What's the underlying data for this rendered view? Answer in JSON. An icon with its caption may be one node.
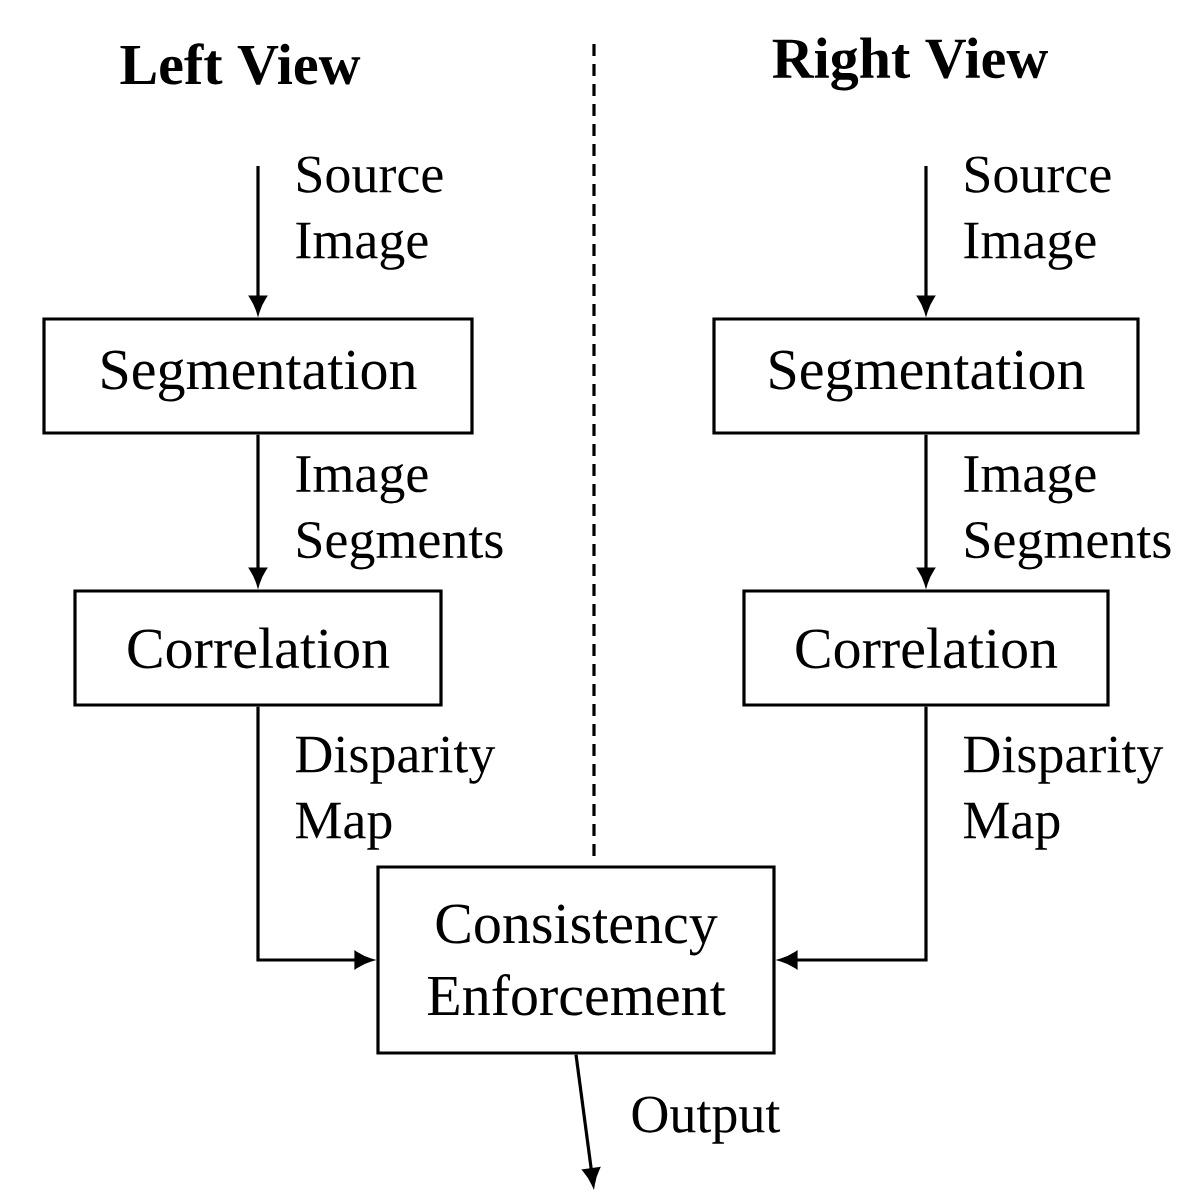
{
  "diagram": {
    "nodes": [
      {
        "text": [
          "Segmentation"
        ]
      },
      {
        "text": [
          "Correlation"
        ]
      },
      {
        "text": [
          "Segmentation"
        ]
      },
      {
        "text": [
          "Correlation"
        ]
      },
      {
        "text": [
          "Consistency Enforcement"
        ]
      }
    ],
    "edges": [
      {
        "from": null,
        "to": 0,
        "arrow": "to",
        "label": "Source Image"
      },
      {
        "from": 0,
        "to": 1,
        "arrow": "to",
        "label": "Image Segments"
      },
      {
        "from": 1,
        "to": 4,
        "arrow": "to",
        "label": "Disparity Map"
      },
      {
        "from": null,
        "to": 2,
        "arrow": "to",
        "label": "Source Image"
      },
      {
        "from": 2,
        "to": 3,
        "arrow": "to",
        "label": "Image Segments"
      },
      {
        "from": 3,
        "to": 4,
        "arrow": "to",
        "label": "Disparity Map"
      },
      {
        "from": 4,
        "to": null,
        "arrow": "to",
        "label": "Output"
      }
    ],
    "labels": [
      "Left View",
      "Right View"
    ]
  }
}
